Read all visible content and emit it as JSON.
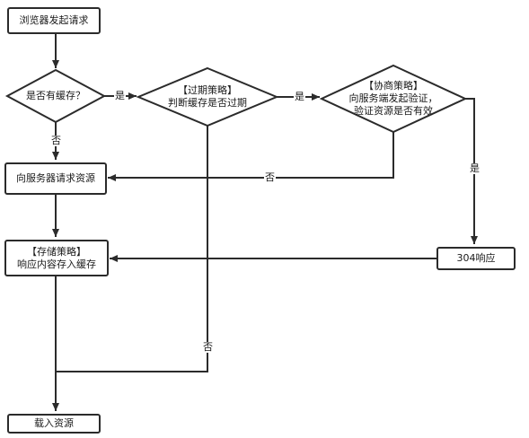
{
  "nodes": {
    "start": "浏览器发起请求",
    "has_cache": "是否有缓存？",
    "expire_title": "【过期策略】",
    "expire_text": "判断缓存是否过期",
    "negotiate_title": "【协商策略】",
    "negotiate_line1": "向服务端发起验证，",
    "negotiate_line2": "验证资源是否有效",
    "request_server": "向服务器请求资源",
    "store_title": "【存储策略】",
    "store_text": "响应内容存入缓存",
    "not_modified": "304响应",
    "load": "载入资源"
  },
  "edges": {
    "cache_yes": "是",
    "expire_yes": "是",
    "cache_no": "否",
    "negotiate_no": "否",
    "negotiate_yes": "是",
    "expire_no": "否"
  },
  "colors": {
    "line": "#2b2b2b",
    "background": "#ffffff"
  }
}
